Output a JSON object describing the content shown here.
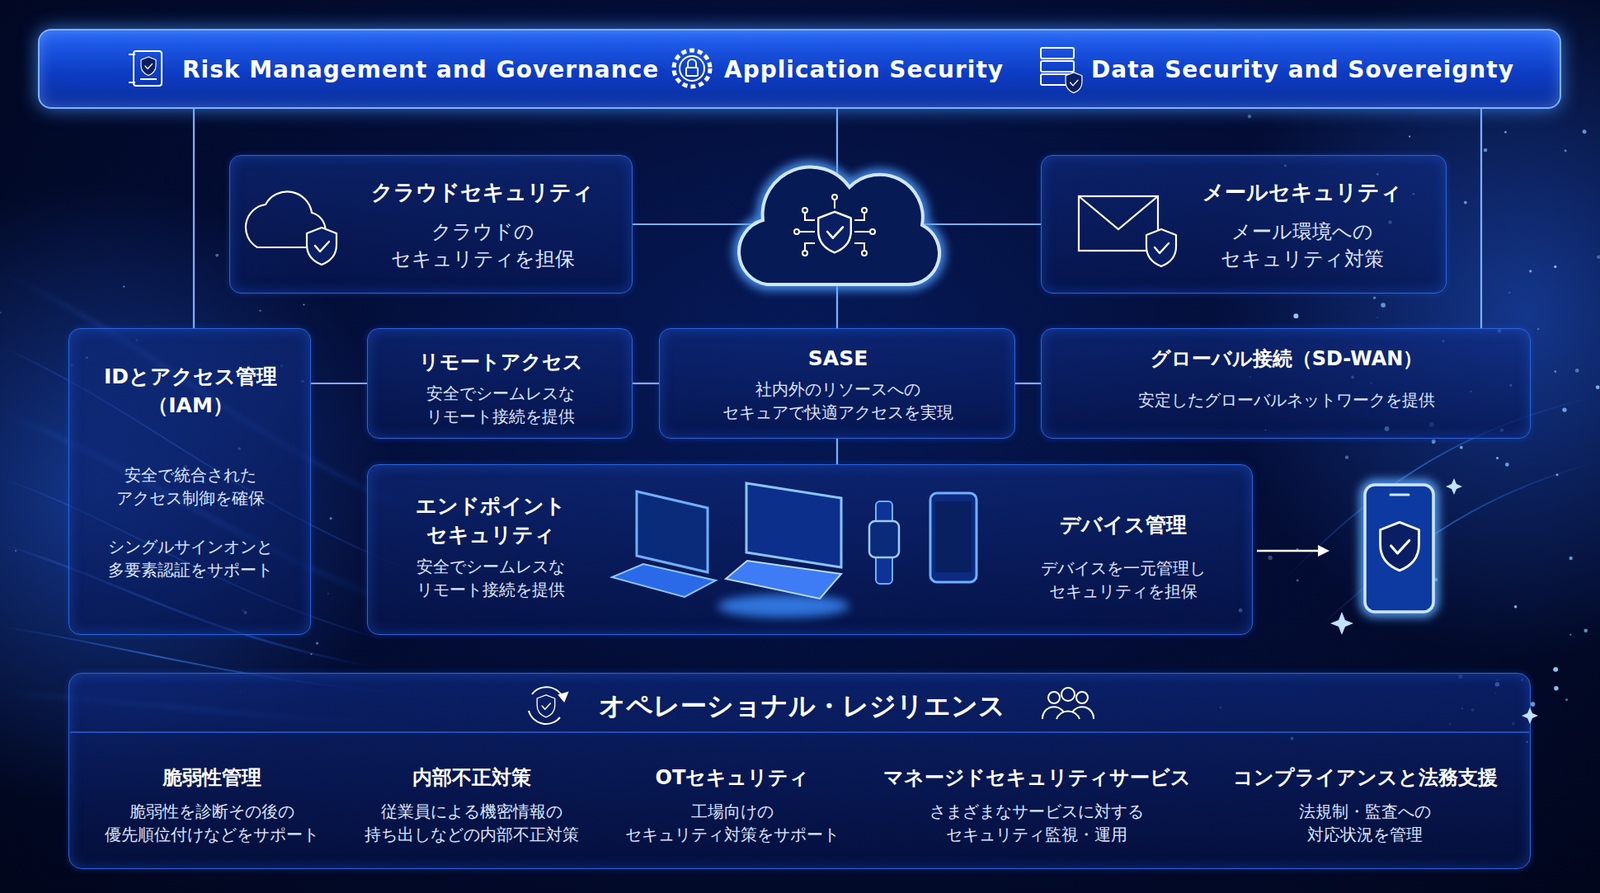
{
  "diagram": {
    "nodes": [
      {
        "text": [
          "Risk Management and Governance",
          "Application Security",
          "Data Security and Sovereignty"
        ]
      },
      {
        "text": [
          "クラウドセキュリティ",
          "クラウドの セキュリティを担保"
        ]
      },
      {
        "text": [
          "メールセキュリティ",
          "メール環境への セキュリティ対策"
        ]
      },
      {
        "text": [
          "IDとアクセス管理 （IAM）",
          "安全で統合された アクセス制御を確保",
          "シングルサインオンと 多要素認証をサポート"
        ]
      },
      {
        "text": [
          "リモートアクセス",
          "安全でシームレスな リモート接続を提供"
        ]
      },
      {
        "text": [
          "SASE",
          "社内外のリソースへの セキュアで快適アクセスを実現"
        ]
      },
      {
        "text": [
          "グローバル接続（SD-WAN）",
          "安定したグローバルネットワークを提供"
        ]
      },
      {
        "text": [
          "エンドポイント セキュリティ",
          "安全でシームレスな リモート接続を提供",
          "デバイス管理",
          "デバイスを一元管理し セキュリティを担保"
        ]
      },
      {
        "text": [
          "オペレーショナル・レジリエンス",
          "脆弱性管理",
          "脆弱性を診断その後の 優先順位付けなどをサポート",
          "内部不正対策",
          "従業員による機密情報の 持ち出しなどの内部不正対策",
          "OTセキュリティ",
          "工場向けの セキュリティ対策をサポート",
          "マネージドセキュリティサービス",
          "さまざまなサービスに対する セキュリティ監視・運用",
          "コンプライアンスと法務支援",
          "法規制・監査への 対応状況を管理"
        ]
      }
    ],
    "edges": [
      {
        "from": 0,
        "to": 3,
        "arrow": "none"
      },
      {
        "from": 0,
        "to": 6,
        "arrow": "none"
      },
      {
        "from": 3,
        "to": 4,
        "arrow": "none"
      },
      {
        "from": 4,
        "to": 5,
        "arrow": "none"
      },
      {
        "from": 5,
        "to": 6,
        "arrow": "none"
      },
      {
        "from": 5,
        "to": 7,
        "arrow": "none"
      }
    ]
  }
}
